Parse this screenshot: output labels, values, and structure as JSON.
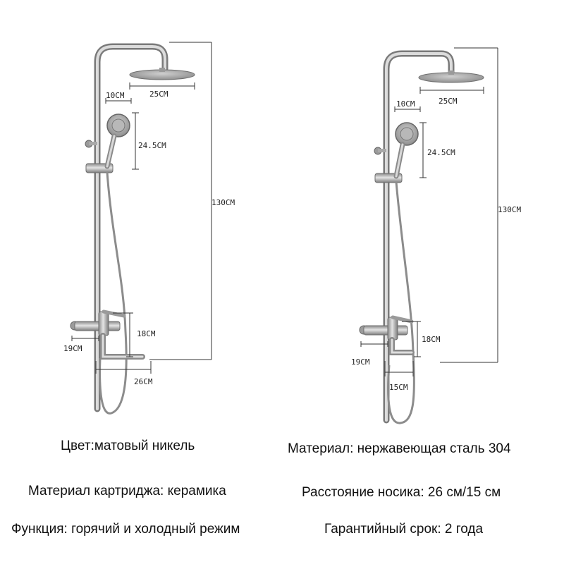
{
  "left_unit": {
    "head_width": "25CM",
    "arm_length": "10CM",
    "handset_height": "24.5CM",
    "total_height": "130CM",
    "valve_height": "18CM",
    "valve_depth": "19CM",
    "spout_length": "26CM"
  },
  "right_unit": {
    "head_width": "25CM",
    "arm_length": "10CM",
    "handset_height": "24.5CM",
    "total_height": "130CM",
    "valve_height": "18CM",
    "valve_depth": "19CM",
    "spout_length": "15CM"
  },
  "specs": {
    "color": "Цвет:матовый никель",
    "material": "Материал: нержавеющая сталь 304",
    "cartridge": "Материал картриджа: керамика",
    "spout_distance": "Расстояние носика: 26 см/15 см",
    "function": "Функция: горячий и холодный режим",
    "warranty": "Гарантийный срок: 2 года"
  },
  "colors": {
    "metal_light": "#d8d8d8",
    "metal_dark": "#7a7a7a",
    "dimension_line": "#333333"
  }
}
